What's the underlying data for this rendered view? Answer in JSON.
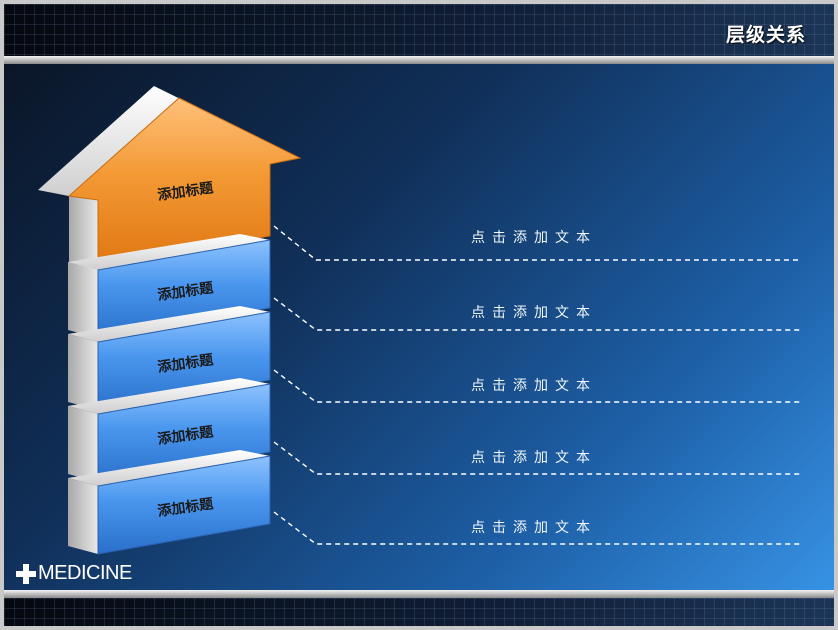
{
  "header": {
    "title": "层级关系"
  },
  "diagram": {
    "levels": [
      {
        "title": "添加标题",
        "text": "点击添加文本",
        "color": "#f08a22"
      },
      {
        "title": "添加标题",
        "text": "点击添加文本",
        "color": "#3f8ee8"
      },
      {
        "title": "添加标题",
        "text": "点击添加文本",
        "color": "#3f8ee8"
      },
      {
        "title": "添加标题",
        "text": "点击添加文本",
        "color": "#3f8ee8"
      },
      {
        "title": "添加标题",
        "text": "点击添加文本",
        "color": "#3f8ee8"
      }
    ]
  },
  "footer": {
    "logo_text": "MEDICINE"
  },
  "colors": {
    "accent_orange": "#f08a22",
    "accent_blue": "#3f8ee8",
    "background_dark": "#0a1322",
    "background_light": "#3a97ea"
  }
}
